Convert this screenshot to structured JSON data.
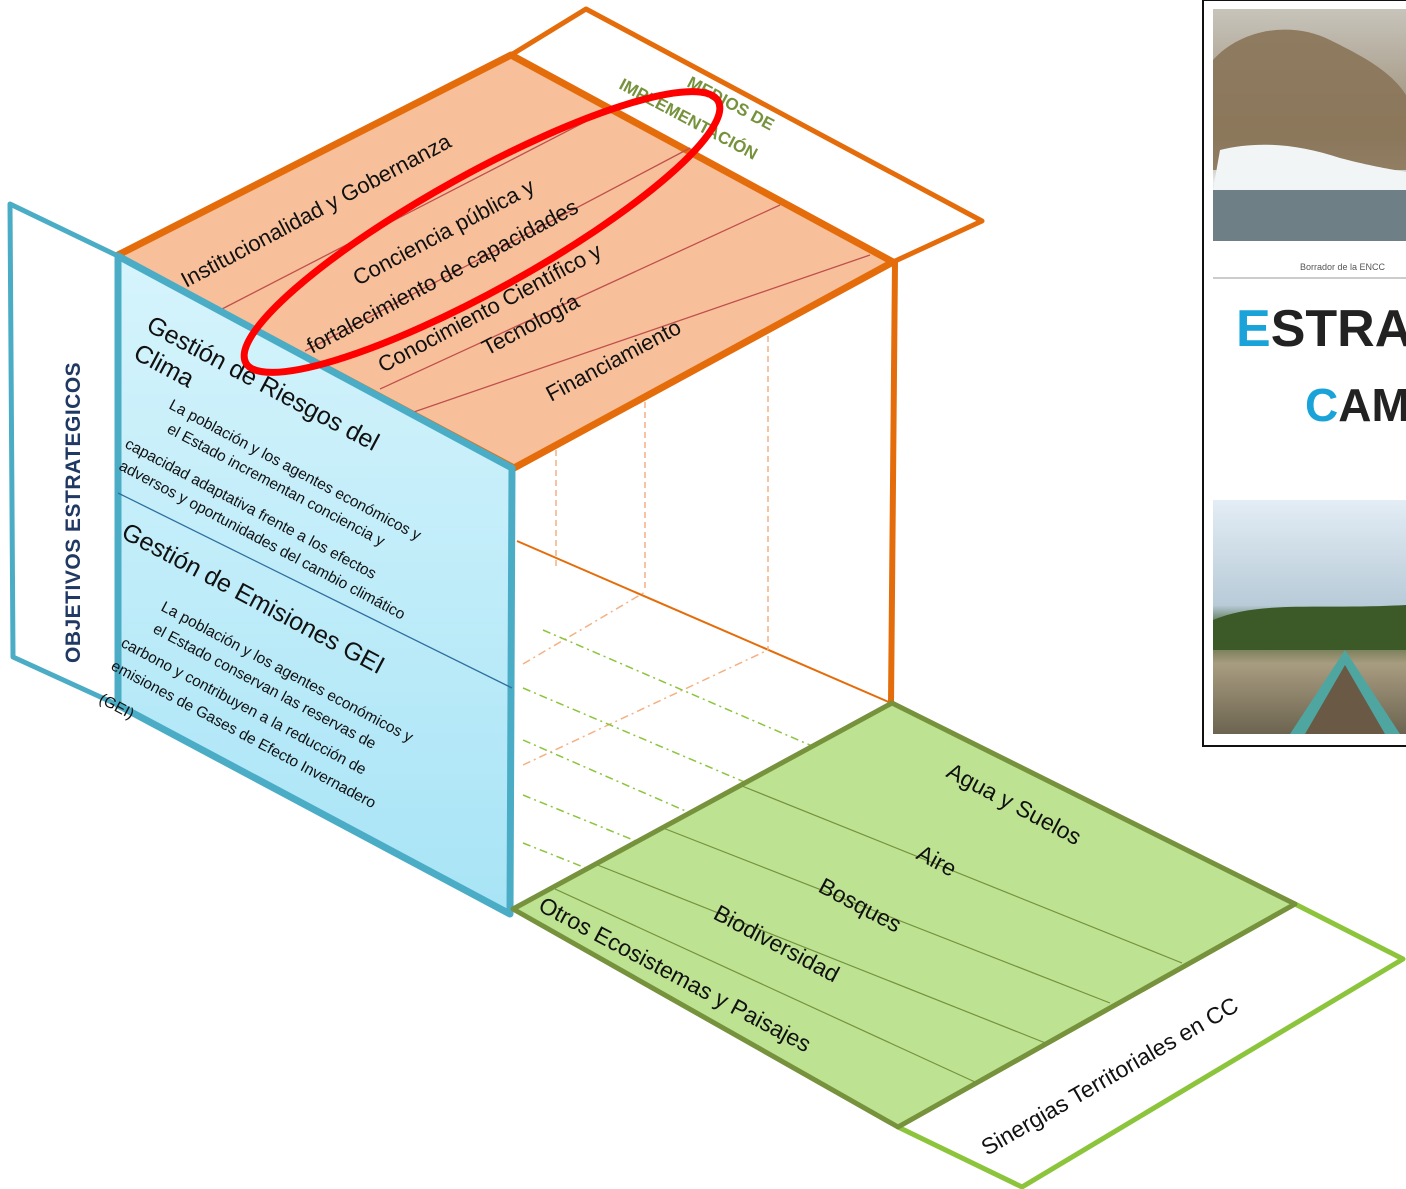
{
  "objetivos_label": "OBJETIVOS  ESTRATEGICOS",
  "medios_label": {
    "line1": "MEDIOS DE",
    "line2": "IMPLEMENTACIÓN"
  },
  "top_face": {
    "rows": [
      {
        "lines": [
          "Institucionalidad y Gobernanza"
        ]
      },
      {
        "lines": [
          "Conciencia pública y",
          "fortalecimiento de capacidades"
        ]
      },
      {
        "lines": [
          "Conocimiento Científico y",
          "Tecnología"
        ]
      },
      {
        "lines": [
          "Financiamiento"
        ]
      }
    ]
  },
  "left_face": {
    "sections": [
      {
        "title": [
          "Gestión de Riesgos del",
          "Clima"
        ],
        "desc": [
          "La población y los agentes económicos y",
          "el Estado incrementan conciencia y",
          "capacidad adaptativa frente a los efectos",
          "adversos y oportunidades del cambio climático"
        ]
      },
      {
        "title": [
          "Gestión de Emisiones GEI"
        ],
        "desc": [
          "La población y los agentes  económicos y",
          "el Estado conservan las reservas de",
          "carbono y  contribuyen a la reducción de",
          "emisiones de Gases de Efecto Invernadero",
          "(GEI)"
        ]
      }
    ]
  },
  "bottom_face": {
    "rows": [
      "Agua y Suelos",
      "Aire",
      "Bosques",
      "Biodiversidad",
      "Otros Ecosistemas y Paisajes"
    ]
  },
  "sinergias_label": "Sinergias Territoriales en CC",
  "cover": {
    "small_text": "Borrador de la ENCC",
    "title1_first": "E",
    "title1_rest": "STRATE",
    "title2_first": "C",
    "title2_rest": "AMBIO"
  },
  "colors": {
    "orange": "#e46c0a",
    "orange_fill": "#f8c09a",
    "blue": "#4bacc6",
    "blue_fill": "#c6eefa",
    "green": "#76923c",
    "green_fill": "#bce292",
    "green_light": "#8cc43c",
    "red": "#ff0000"
  }
}
